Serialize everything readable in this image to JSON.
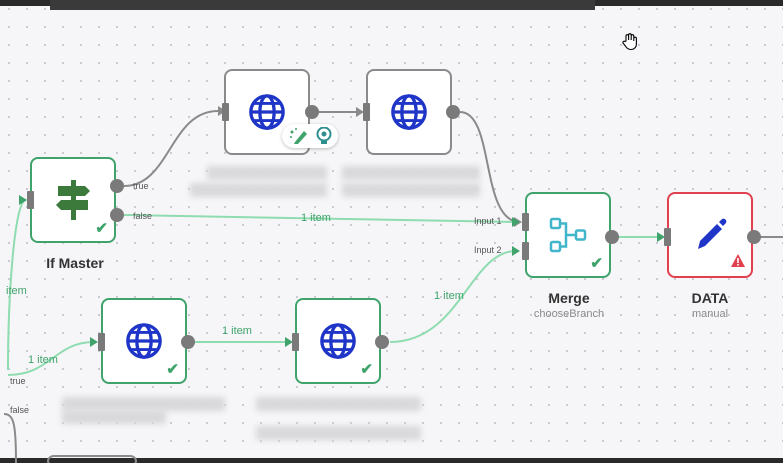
{
  "nodes": {
    "if_master": {
      "label": "If Master",
      "out_true": "true",
      "out_false": "false"
    },
    "merge": {
      "label": "Merge",
      "subtitle": "chooseBranch",
      "input1": "Input 1",
      "input2": "Input 2"
    },
    "data": {
      "label": "DATA",
      "subtitle": "manual"
    },
    "left_branch": {
      "out_true": "true",
      "out_false": "false"
    }
  },
  "edges": {
    "if_false_to_merge": "1 item",
    "left_to_ifmaster": "item",
    "left_to_http3": "1 item",
    "http3_to_http4": "1 item",
    "http4_to_merge": "1 item"
  },
  "icons": {
    "http": "globe-icon",
    "if": "signpost-icon",
    "merge": "merge-icon",
    "set": "pencil-icon",
    "warning": "warning-icon",
    "success": "check-icon",
    "ai_edit": "sparkle-pencil-icon",
    "ai_suggest": "bulb-icon",
    "cursor": "hand-cursor-icon"
  },
  "colors": {
    "success": "#3fa36b",
    "error": "#e1404f",
    "http_icon": "#1f35c7",
    "merge_icon": "#41b5c9",
    "if_icon": "#3b7a3b"
  }
}
